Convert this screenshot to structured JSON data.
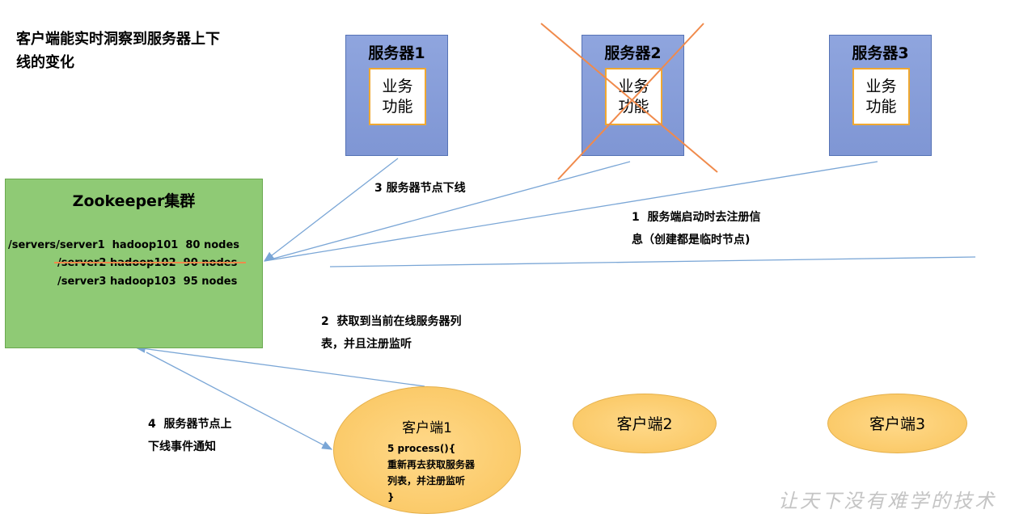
{
  "title": "客户端能实时洞察到服务器上下线的变化",
  "servers": [
    {
      "title": "服务器1",
      "func": "业务\n功能"
    },
    {
      "title": "服务器2",
      "func": "业务\n功能"
    },
    {
      "title": "服务器3",
      "func": "业务\n功能"
    }
  ],
  "zookeeper": {
    "title": "Zookeeper集群",
    "nodes": [
      "/servers/server1  hadoop101  80 nodes",
      "/server2 hadoop102  90 nodes",
      "/server3 hadoop103  95 nodes"
    ]
  },
  "steps": {
    "step1": "1  服务端启动时去注册信\n息（创建都是临时节点)",
    "step2": "2  获取到当前在线服务器列\n表，并且注册监听",
    "step3": "3 服务器节点下线",
    "step4": "4  服务器节点上\n下线事件通知"
  },
  "clients": [
    {
      "name": "客户端1",
      "code": "5 process(){\n重新再去获取服务器\n列表，并注册监听\n}"
    },
    {
      "name": "客户端2"
    },
    {
      "name": "客户端3"
    }
  ],
  "watermark": "让天下没有难学的技术",
  "colors": {
    "server_fill": "#8fa5de",
    "func_border": "#f0a830",
    "zk_fill": "#8fca75",
    "client_fill": "#f9c45c",
    "arrow": "#7aa6d6",
    "cross": "#f08a4b"
  }
}
